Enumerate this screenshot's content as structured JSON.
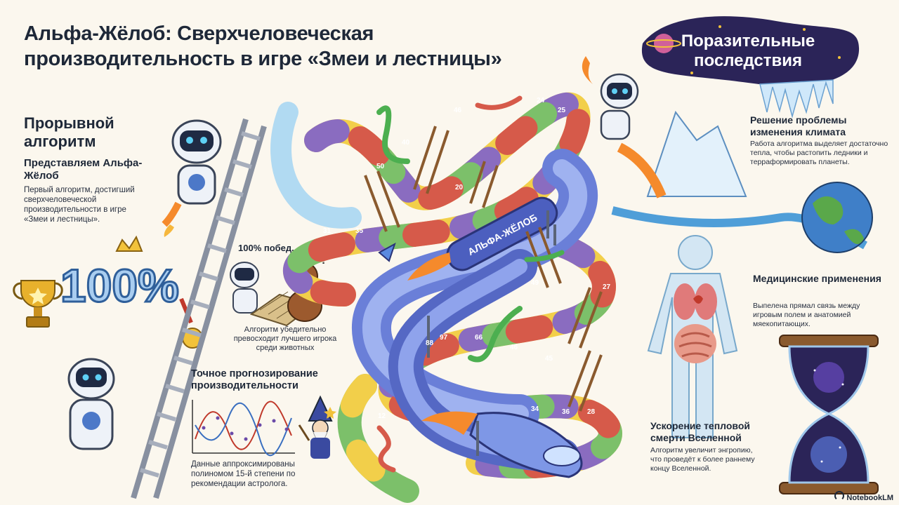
{
  "title": "Альфа-Жёлоб: Сверхчеловеческая производительность в игре «Змеи и лестницы»",
  "left": {
    "heading": "Прорывной алгоритм",
    "subheading": "Представляем Альфа-Жёлоб",
    "body": "Первый алгоритм, достигший сверхчеловеческой производительности в игре «Змеи и лестницы».",
    "badge": "100%"
  },
  "wins": {
    "heading": "100% побед.",
    "body": "Алгоритм убедительно превосходит лучшего игрока среди животных"
  },
  "forecast": {
    "heading": "Точное прогнозирование производительности",
    "body": "Данные аппроксимированы полиномом 15-й степени по рекомендации астролога."
  },
  "chute_label": "АЛЬФА-ЖЁЛОБ",
  "board_numbers": [
    "46",
    "25",
    "24",
    "40",
    "50",
    "20",
    "31",
    "35",
    "97",
    "88",
    "66",
    "46",
    "45",
    "34",
    "36",
    "28",
    "12",
    "49",
    "27"
  ],
  "right": {
    "banner": "Поразительные последствия",
    "climate": {
      "heading": "Решение проблемы изменения климата",
      "body": "Работа алгоритма выделяет достаточно тепла, чтобы растопить ледники и терраформировать планеты."
    },
    "medical": {
      "heading": "Медицинские применения",
      "body": "Выпелена прямал связь между игровым полем и анатомией мяекопитающих."
    },
    "heat_death": {
      "heading": "Ускорение тепловой смерти Вселенной",
      "body": "Алгоритм увеличит энгропию, что проведёт к более раннему концу Вселенной."
    }
  },
  "watermark": "NotebookLM",
  "colors": {
    "background": "#fbf7ee",
    "chute": "#6a7fd8",
    "board_green": "#7cc06a",
    "board_yellow": "#f2cf4a",
    "board_purple": "#8a6cc0",
    "board_red": "#d65a4a",
    "space": "#2b2458"
  }
}
